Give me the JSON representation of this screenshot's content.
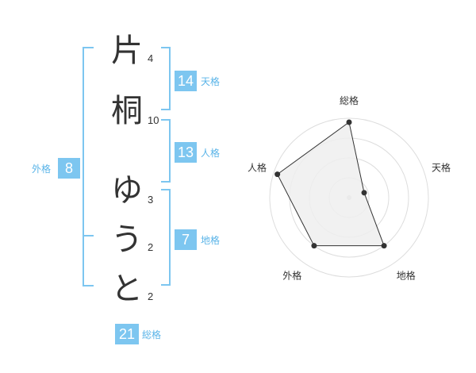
{
  "name": {
    "chars": [
      "片",
      "桐",
      "ゆ",
      "う",
      "と"
    ],
    "strokes": [
      "4",
      "10",
      "3",
      "2",
      "2"
    ]
  },
  "fortunes": {
    "tenkaku": {
      "label": "天格",
      "value": "14"
    },
    "jinkaku": {
      "label": "人格",
      "value": "13"
    },
    "chikaku": {
      "label": "地格",
      "value": "7"
    },
    "gaikaku": {
      "label": "外格",
      "value": "8"
    },
    "soukaku": {
      "label": "総格",
      "value": "21"
    }
  },
  "chart_data": {
    "type": "radar",
    "axes": [
      "総格",
      "天格",
      "地格",
      "外格",
      "人格"
    ],
    "values": [
      0.95,
      0.2,
      0.75,
      0.75,
      0.95
    ],
    "rlim": [
      0,
      1
    ],
    "rings": 4,
    "grid": true,
    "colors": {
      "fill": "#efefef",
      "line": "#333333",
      "grid": "#dddddd",
      "point": "#333333"
    }
  },
  "colors": {
    "accent": "#7dc6f0",
    "accent_text": "#5ab4e8"
  }
}
